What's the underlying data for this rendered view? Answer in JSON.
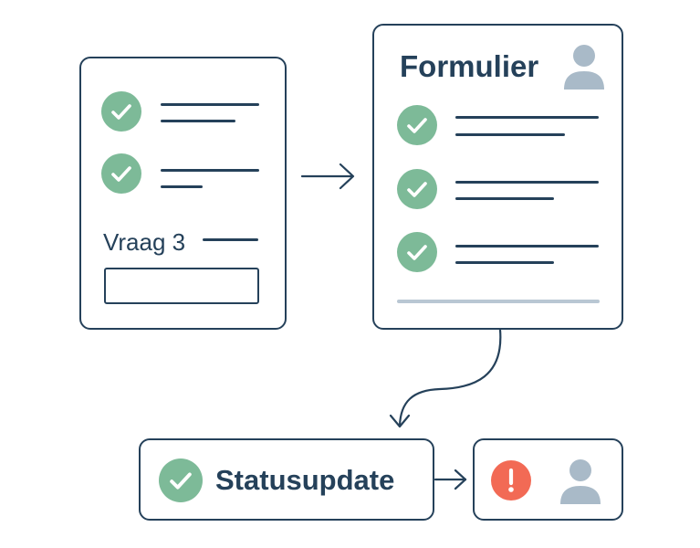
{
  "colors": {
    "stroke": "#25415a",
    "check_fill": "#7dba98",
    "check_mark": "#ffffff",
    "warning_fill": "#f26a55",
    "avatar_fill": "#a9bac8",
    "divider": "#b9c7d3"
  },
  "questionnaire": {
    "question_label": "Vraag 3",
    "answered_items": 2,
    "icons": [
      "check-icon",
      "check-icon"
    ]
  },
  "form": {
    "title": "Formulier",
    "avatar_icon": "user-icon",
    "completed_items": 3
  },
  "status": {
    "label": "Statusupdate",
    "icon": "check-icon"
  },
  "alert": {
    "icons": [
      "warning-icon",
      "user-icon"
    ]
  }
}
